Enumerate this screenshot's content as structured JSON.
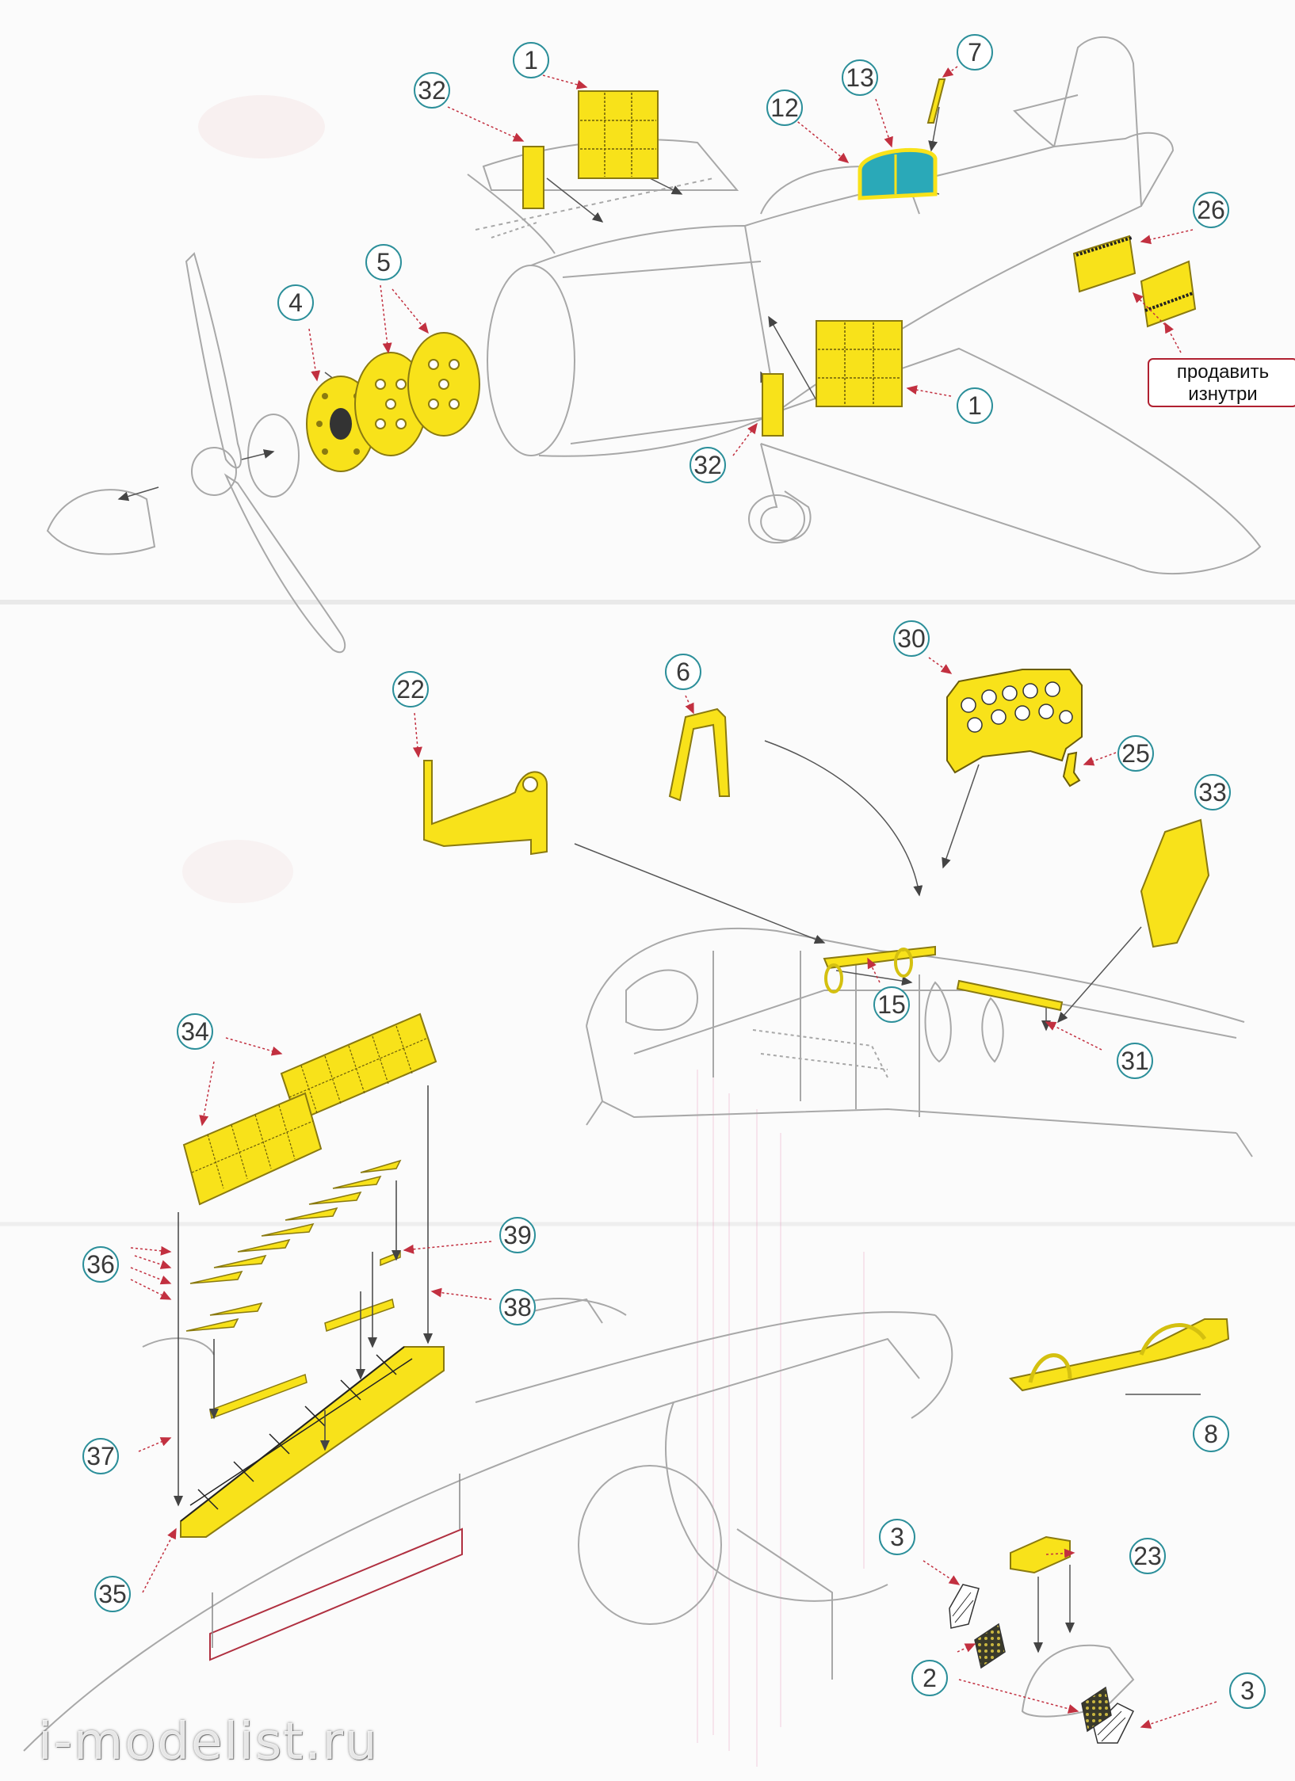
{
  "note": {
    "line1": "продавить",
    "line2": "изнутри"
  },
  "watermark": "i-modelist.ru",
  "callouts": [
    {
      "id": "c1a",
      "label": "1"
    },
    {
      "id": "c32a",
      "label": "32"
    },
    {
      "id": "c12",
      "label": "12"
    },
    {
      "id": "c13",
      "label": "13"
    },
    {
      "id": "c7",
      "label": "7"
    },
    {
      "id": "c26",
      "label": "26"
    },
    {
      "id": "c4",
      "label": "4"
    },
    {
      "id": "c5",
      "label": "5"
    },
    {
      "id": "c1b",
      "label": "1"
    },
    {
      "id": "c32b",
      "label": "32"
    },
    {
      "id": "c22",
      "label": "22"
    },
    {
      "id": "c6",
      "label": "6"
    },
    {
      "id": "c30",
      "label": "30"
    },
    {
      "id": "c25",
      "label": "25"
    },
    {
      "id": "c33",
      "label": "33"
    },
    {
      "id": "c15",
      "label": "15"
    },
    {
      "id": "c31",
      "label": "31"
    },
    {
      "id": "c34",
      "label": "34"
    },
    {
      "id": "c39",
      "label": "39"
    },
    {
      "id": "c36",
      "label": "36"
    },
    {
      "id": "c38",
      "label": "38"
    },
    {
      "id": "c37",
      "label": "37"
    },
    {
      "id": "c35",
      "label": "35"
    },
    {
      "id": "c8",
      "label": "8"
    },
    {
      "id": "c3a",
      "label": "3"
    },
    {
      "id": "c23",
      "label": "23"
    },
    {
      "id": "c2",
      "label": "2"
    },
    {
      "id": "c3b",
      "label": "3"
    }
  ],
  "colors": {
    "part_fill": "#f8e21a",
    "part_stroke": "#8a7a10",
    "canopy": "#2aa9b8",
    "callout_ring": "#2c8f9a",
    "leader": "#c23040",
    "line_art": "#9a9a9a"
  }
}
